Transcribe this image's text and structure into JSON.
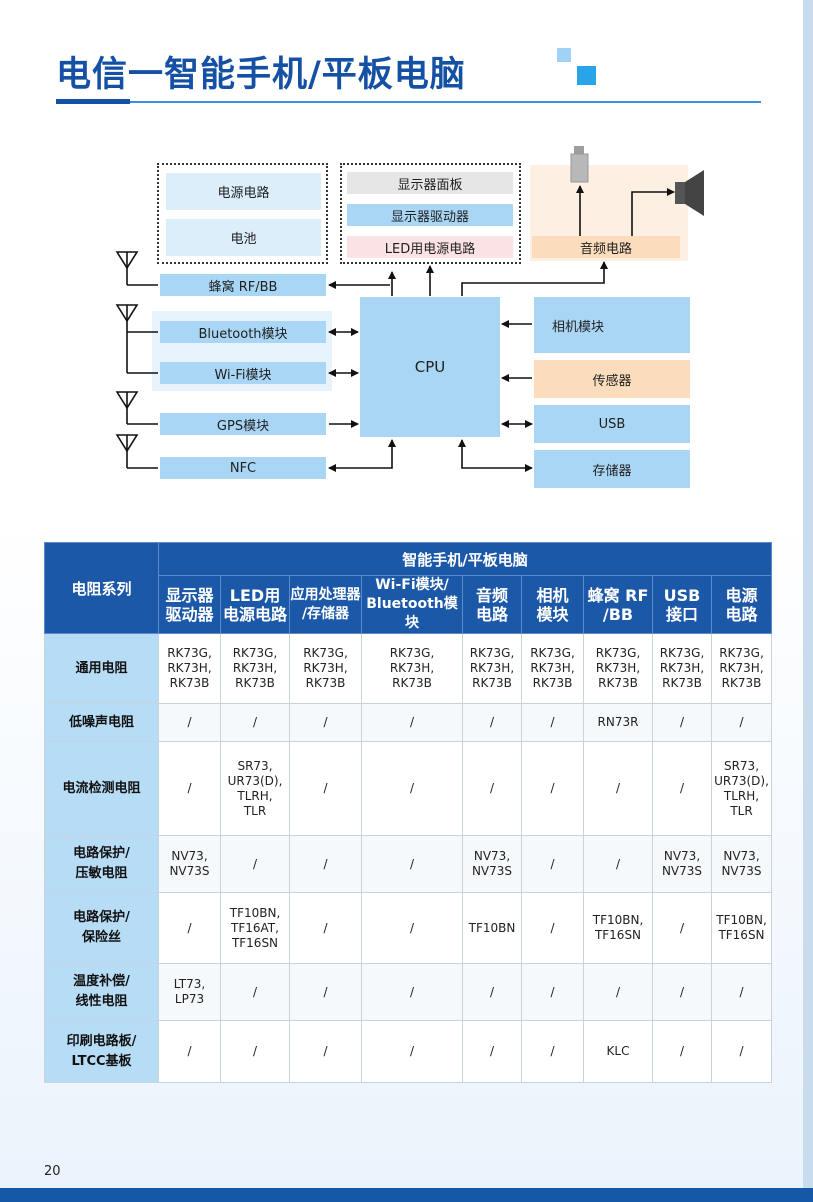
{
  "title": "电信一智能手机/平板电脑",
  "diagram": {
    "power_circuit": "电源电路",
    "battery": "电池",
    "display_panel": "显示器面板",
    "display_driver": "显示器驱动器",
    "led_power": "LED用电源电路",
    "audio_circuit": "音频电路",
    "cellular": "蜂窝 RF/BB",
    "bluetooth": "Bluetooth模块",
    "wifi": "Wi-Fi模块",
    "gps": "GPS模块",
    "nfc": "NFC",
    "cpu": "CPU",
    "camera": "相机模块",
    "sensor": "传感器",
    "usb": "USB",
    "storage": "存储器"
  },
  "table": {
    "corner_header": "电阻系列",
    "group_header": "智能手机/平板电脑",
    "columns": [
      "显示器\n驱动器",
      "LED用\n电源电路",
      "应用处理器\n/存储器",
      "Wi-Fi模块/\nBluetooth模块",
      "音频\n电路",
      "相机\n模块",
      "蜂窝 RF\n/BB",
      "USB\n接口",
      "电源\n电路"
    ],
    "rows": [
      {
        "label": "通用电阻",
        "cells": [
          "RK73G,\nRK73H,\nRK73B",
          "RK73G,\nRK73H,\nRK73B",
          "RK73G,\nRK73H,\nRK73B",
          "RK73G,\nRK73H,\nRK73B",
          "RK73G,\nRK73H,\nRK73B",
          "RK73G,\nRK73H,\nRK73B",
          "RK73G,\nRK73H,\nRK73B",
          "RK73G,\nRK73H,\nRK73B",
          "RK73G,\nRK73H,\nRK73B"
        ]
      },
      {
        "label": "低噪声电阻",
        "cells": [
          "/",
          "/",
          "/",
          "/",
          "/",
          "/",
          "RN73R",
          "/",
          "/"
        ]
      },
      {
        "label": "电流检测电阻",
        "cells": [
          "/",
          "SR73,\nUR73(D),\nTLRH,\nTLR",
          "/",
          "/",
          "/",
          "/",
          "/",
          "/",
          "SR73,\nUR73(D),\nTLRH,\nTLR"
        ]
      },
      {
        "label": "电路保护/\n压敏电阻",
        "cells": [
          "NV73,\nNV73S",
          "/",
          "/",
          "/",
          "NV73,\nNV73S",
          "/",
          "/",
          "NV73,\nNV73S",
          "NV73,\nNV73S"
        ]
      },
      {
        "label": "电路保护/\n保险丝",
        "cells": [
          "/",
          "TF10BN,\nTF16AT,\nTF16SN",
          "/",
          "/",
          "TF10BN",
          "/",
          "TF10BN,\nTF16SN",
          "/",
          "TF10BN,\nTF16SN"
        ]
      },
      {
        "label": "温度补偿/\n线性电阻",
        "cells": [
          "LT73,\nLP73",
          "/",
          "/",
          "/",
          "/",
          "/",
          "/",
          "/",
          "/"
        ]
      },
      {
        "label": "印刷电路板/\nLTCC基板",
        "cells": [
          "/",
          "/",
          "/",
          "/",
          "/",
          "/",
          "KLC",
          "/",
          "/"
        ]
      }
    ]
  },
  "page_number": "20",
  "colors": {
    "brand_blue": "#1450a3",
    "table_header": "#1c58a8",
    "row_header": "#b7dcf5",
    "module_blue": "#a9d6f5",
    "sensor_orange": "#fbdcbc"
  }
}
